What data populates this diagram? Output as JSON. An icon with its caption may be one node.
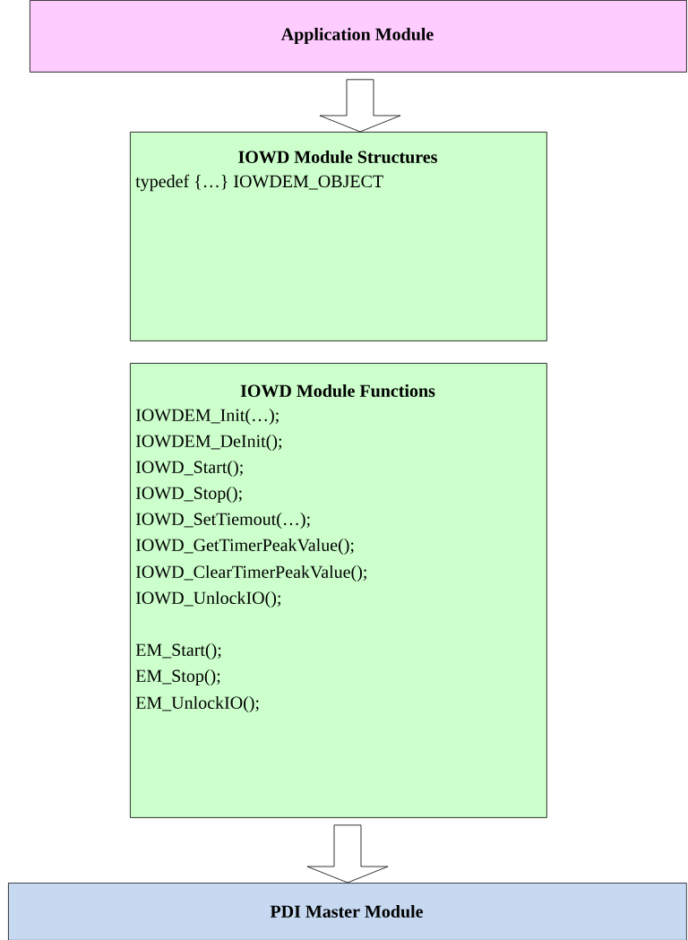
{
  "diagram": {
    "nodes": [
      {
        "text": [
          "Application Module"
        ]
      },
      {
        "text": [
          "IOWD Module Structures",
          "typedef {…} IOWDEM_OBJECT"
        ]
      },
      {
        "text": [
          "IOWD Module Functions",
          "IOWDEM_Init(…);",
          "IOWDEM_DeInit();",
          "IOWD_Start();",
          "IOWD_Stop();",
          "IOWD_SetTiemout(…);",
          "IOWD_GetTimerPeakValue();",
          "IOWD_ClearTimerPeakValue();",
          "IOWD_UnlockIO();",
          "EM_Start();",
          "EM_Stop();",
          "EM_UnlockIO();"
        ]
      },
      {
        "text": [
          "PDI Master Module"
        ]
      }
    ],
    "edges": [
      {
        "from": 0,
        "to": 1,
        "arrow": "to"
      },
      {
        "from": 2,
        "to": 3,
        "arrow": "to"
      }
    ]
  }
}
